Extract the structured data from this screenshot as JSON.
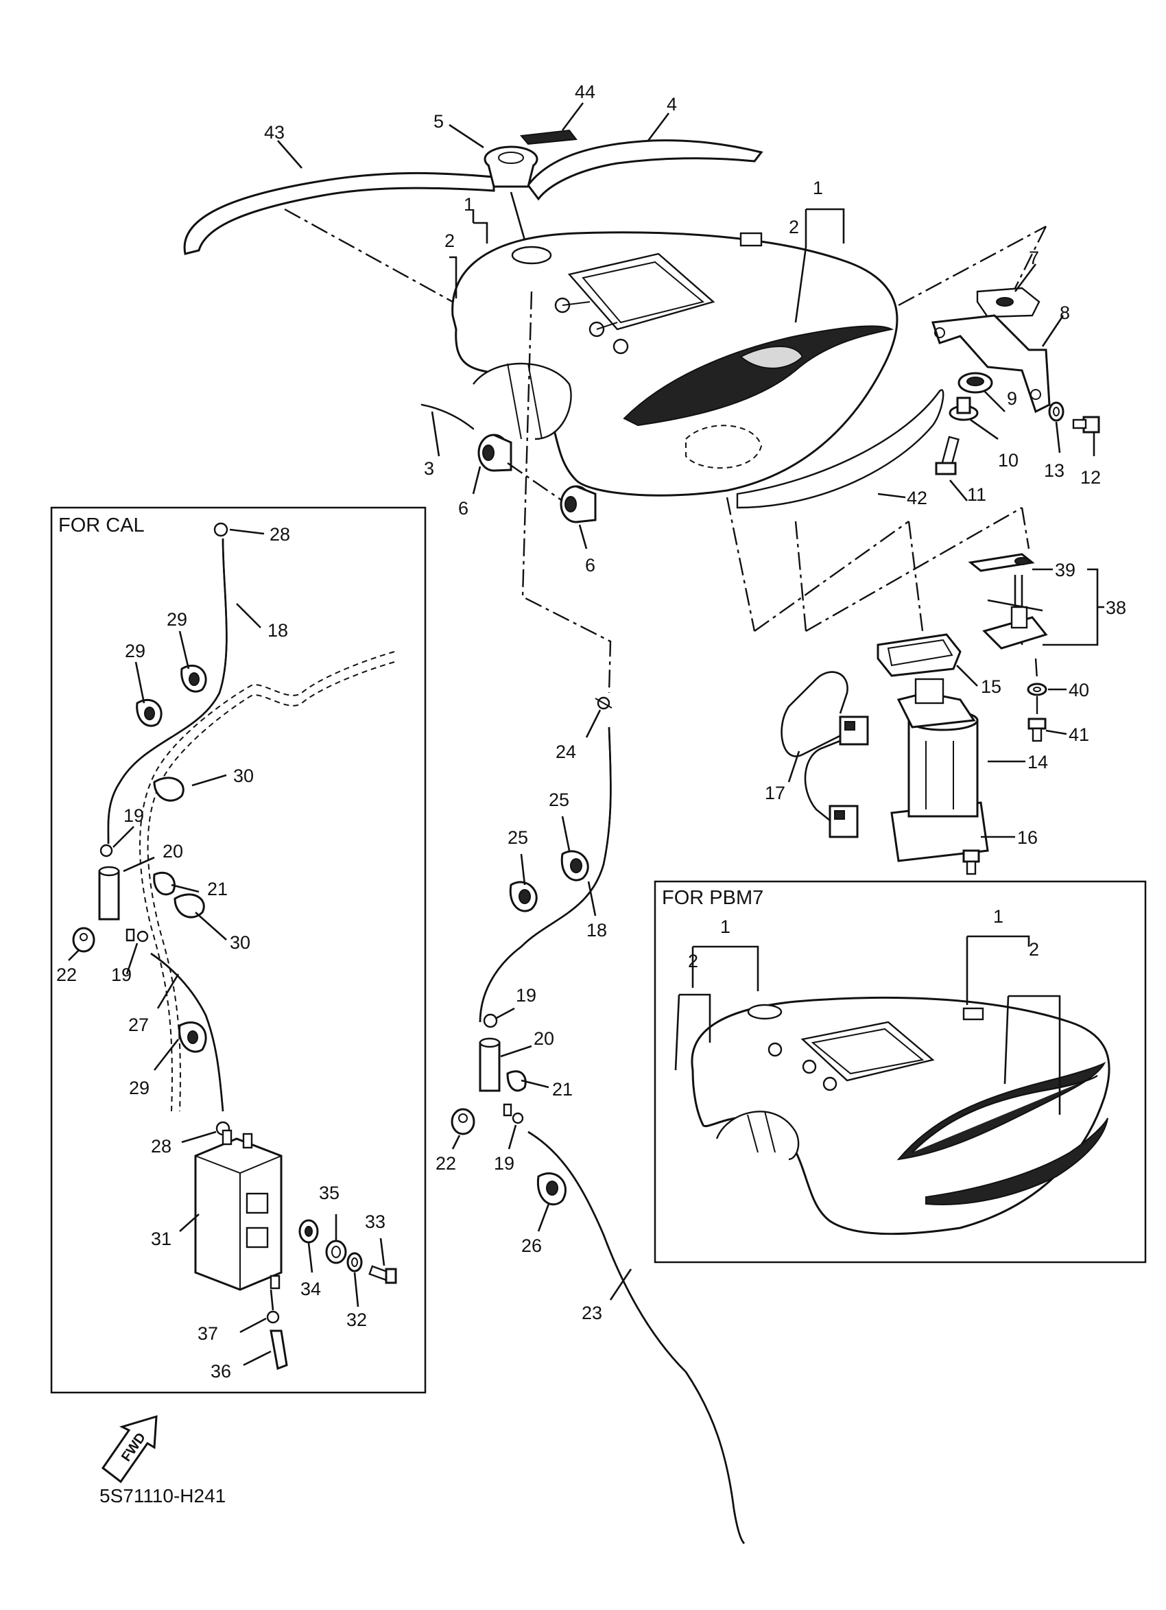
{
  "callouts": {
    "c1": "1",
    "c2": "2",
    "c3": "3",
    "c4": "4",
    "c5": "5",
    "c6": "6",
    "c7": "7",
    "c8": "8",
    "c9": "9",
    "c10": "10",
    "c11": "11",
    "c12": "12",
    "c13": "13",
    "c14": "14",
    "c15": "15",
    "c16": "16",
    "c17": "17",
    "c18": "18",
    "c19": "19",
    "c20": "20",
    "c21": "21",
    "c22": "22",
    "c23": "23",
    "c24": "24",
    "c25": "25",
    "c26": "26",
    "c27": "27",
    "c28": "28",
    "c29": "29",
    "c30": "30",
    "c31": "31",
    "c32": "32",
    "c33": "33",
    "c34": "34",
    "c35": "35",
    "c36": "36",
    "c37": "37",
    "c38": "38",
    "c39": "39",
    "c40": "40",
    "c41": "41",
    "c42": "42",
    "c43": "43",
    "c44": "44"
  },
  "boxes": {
    "cal_title": "FOR CAL",
    "pbm7_title": "FOR PBM7"
  },
  "fwd_label": "FWD",
  "diagram_code": "5S71110-H241"
}
